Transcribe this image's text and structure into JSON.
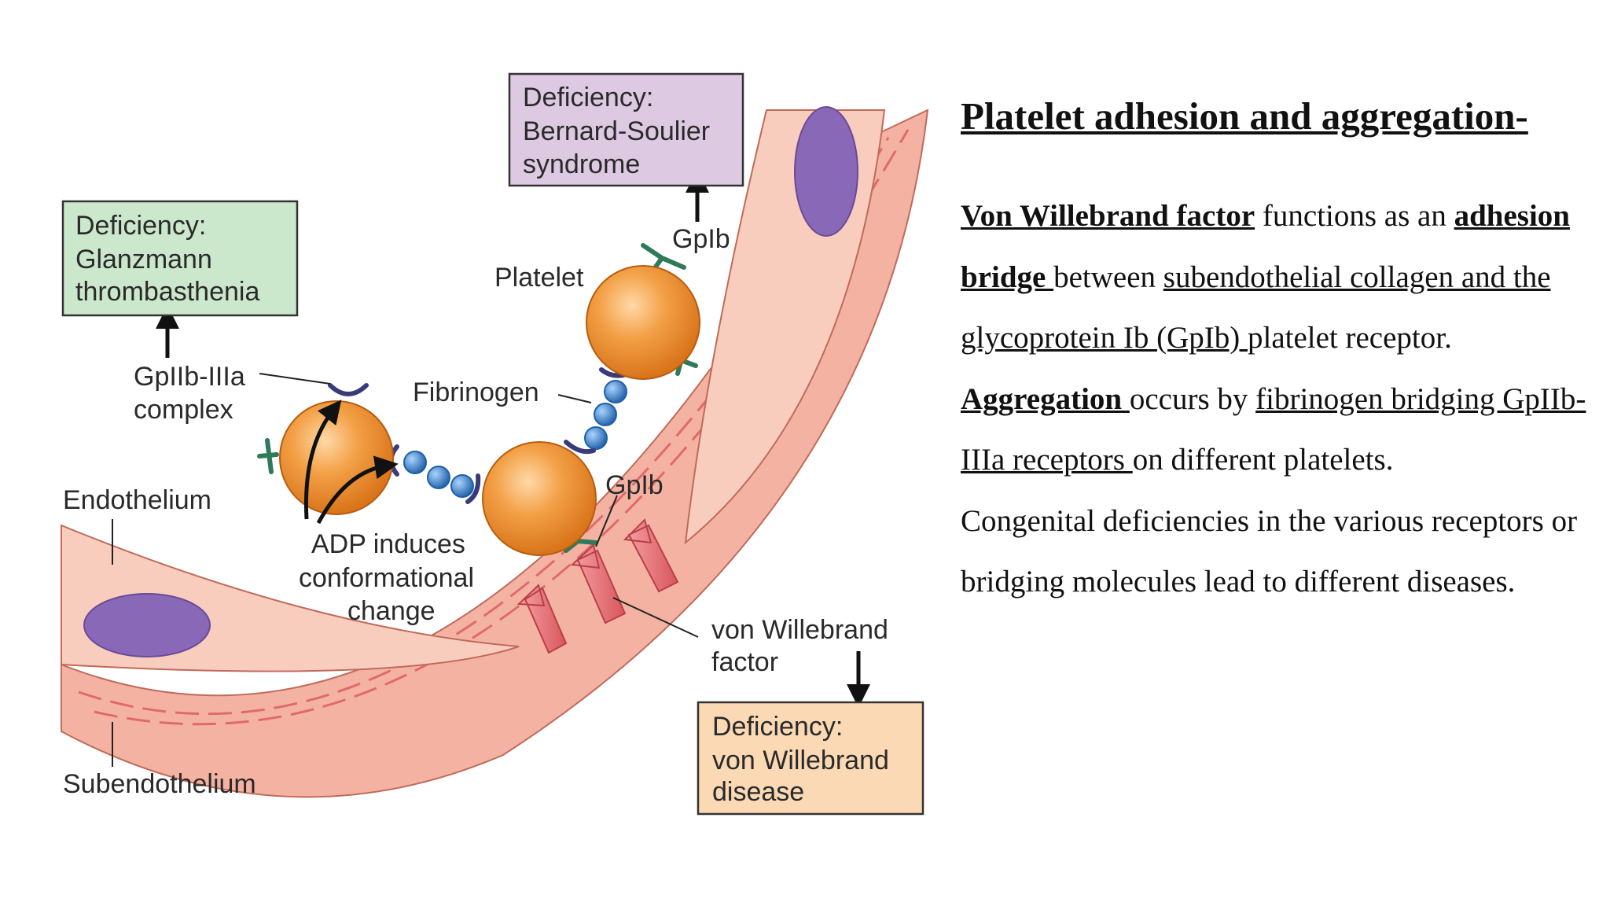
{
  "colors": {
    "vessel_fill": "#f8c9b8",
    "vessel_stroke": "#c06a5a",
    "nucleus": "#8a68b8",
    "platelet": "#f0902e",
    "gpIb_receptor": "#2f7a5a",
    "gpIIbIIIa_receptor": "#3a3a7a",
    "fibrinogen": "#2f7ec8",
    "vwf": "#e8757a",
    "box_glanzmann": "#cce8cc",
    "box_bernard": "#ddc9e2",
    "box_vwd": "#fbd9b5"
  },
  "diagram": {
    "box_bernard_soulier": [
      "Deficiency:",
      "Bernard-Soulier",
      "syndrome"
    ],
    "box_glanzmann": [
      "Deficiency:",
      "Glanzmann",
      "thrombasthenia"
    ],
    "box_von_willebrand": [
      "Deficiency:",
      "von Willebrand",
      "disease"
    ],
    "label_gpib_top": "GpIb",
    "label_platelet": "Platelet",
    "label_gpiibiiia": [
      "GpIIb-IIIa",
      "complex"
    ],
    "label_fibrinogen": "Fibrinogen",
    "label_endothelium": "Endothelium",
    "label_gpib_bottom": "GpIb",
    "label_adp": [
      "ADP induces",
      "conformational",
      "change"
    ],
    "label_vwf": [
      "von Willebrand",
      "factor"
    ],
    "label_subendothelium": "Subendothelium"
  },
  "text": {
    "title": "Platelet adhesion and aggregation-",
    "p1_vwf": "Von Willebrand factor",
    "p1_t1": " functions as an ",
    "p1_adhesion_bridge": "adhesion bridge ",
    "p1_t2": "between ",
    "p1_collagen": "subendothelial collagen and the glycoprotein Ib (GpIb) ",
    "p1_t3": "platelet receptor. ",
    "p1_aggregation": "Aggregation ",
    "p1_t4": "occurs by ",
    "p1_fibrinogen": "fibrinogen bridging GpIIb-IIIa receptors ",
    "p1_t5": "on different platelets.",
    "p2": "Congenital deficiencies in the various receptors or bridging molecules lead to different diseases."
  }
}
